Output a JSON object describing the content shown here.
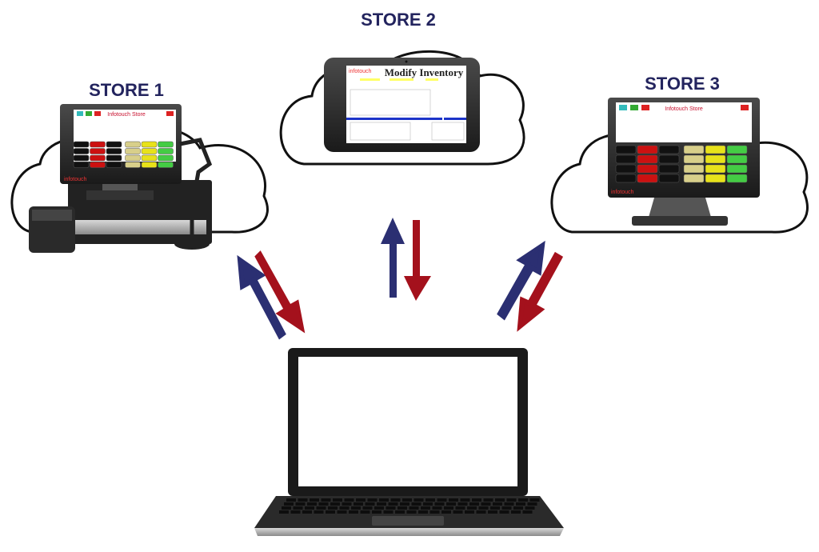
{
  "stores": [
    {
      "label": "STORE 1",
      "screen_title": "Infotouch Store",
      "logo": "infotouch"
    },
    {
      "label": "STORE 2",
      "screen_title": "Modify Inventory",
      "logo": "infotouch"
    },
    {
      "label": "STORE 3",
      "screen_title": "Infotouch Store",
      "logo": "infotouch"
    }
  ],
  "colors": {
    "upload_arrow": "#2b2f72",
    "download_arrow": "#a4111c",
    "cloud_outline": "#111111",
    "label": "#23245e"
  }
}
